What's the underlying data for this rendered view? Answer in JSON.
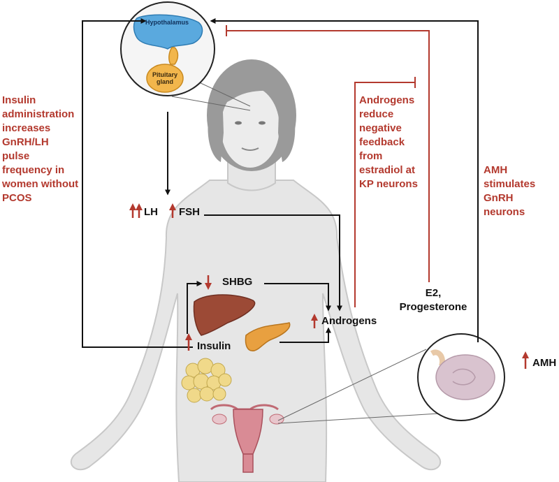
{
  "labels": {
    "hypothalamus": "Hypothalamus",
    "pituitary": "Pituitary\ngland",
    "lh": "LH",
    "fsh": "FSH",
    "shbg": "SHBG",
    "insulin": "Insulin",
    "androgens": "Androgens",
    "e2_progesterone": "E2,\nProgesterone",
    "amh": "AMH"
  },
  "annotations": {
    "insulin_effect": "Insulin\nadministration\nincreases\nGnRH/LH\npulse\nfrequency in\nwomen without\nPCOS",
    "androgen_effect": "Androgens\nreduce\nnegative\nfeedback\nfrom\nestradiol at\nKP neurons",
    "amh_effect": "AMH\nstimulates\nGnRH\nneurons"
  },
  "colors": {
    "annotation_red": "#b3392e",
    "arrow_black": "#111111",
    "body_gray": "#e6e6e6",
    "hypothalamus_blue": "#5aa9de",
    "pituitary_orange": "#f2b64c",
    "liver_brown": "#9c4a36",
    "pancreas_orange": "#e8a040",
    "fat_yellow": "#f0d98a",
    "uterus_pink": "#d98b95",
    "ovary_lilac": "#d9c3cf"
  }
}
